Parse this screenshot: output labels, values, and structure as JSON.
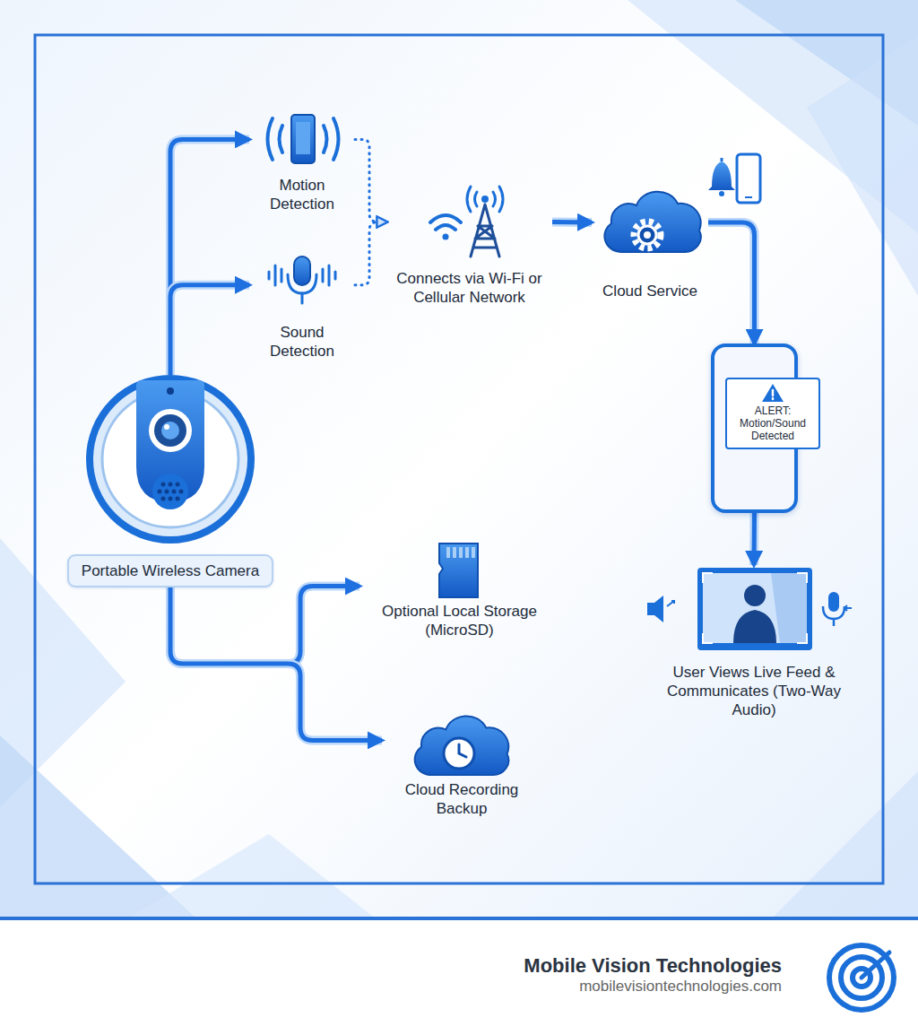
{
  "diagram": {
    "nodes": [
      {
        "text": [
          "Motion Detection"
        ]
      },
      {
        "text": [
          "Sound Detection"
        ]
      },
      {
        "text": [
          "Connects via Wi-Fi or Cellular Network"
        ]
      },
      {
        "text": [
          "Cloud Service"
        ]
      },
      {
        "text": [
          "ALERT: Motion/Sound Detected"
        ]
      },
      {
        "text": [
          "Portable Wireless Camera"
        ]
      },
      {
        "text": [
          "Optional Local Storage (MicroSD)"
        ]
      },
      {
        "text": [
          "User Views Live Feed & Communicates (Two-Way Audio)"
        ]
      },
      {
        "text": [
          "Cloud Recording Backup"
        ]
      }
    ],
    "edges": [
      {
        "from": 5,
        "to": 0,
        "arrow": "to"
      },
      {
        "from": 5,
        "to": 1,
        "arrow": "to"
      },
      {
        "from": 0,
        "to": 2,
        "arrow": "to"
      },
      {
        "from": 1,
        "to": 2,
        "arrow": "to"
      },
      {
        "from": 2,
        "to": 3,
        "arrow": "to"
      },
      {
        "from": 3,
        "to": 4,
        "arrow": "to"
      },
      {
        "from": 4,
        "to": 7,
        "arrow": "to"
      },
      {
        "from": 5,
        "to": 6,
        "arrow": "to"
      },
      {
        "from": 5,
        "to": 8,
        "arrow": "to"
      }
    ],
    "labels": [
      "Mobile Vision Technologies",
      "mobilevisiontechnologies.com"
    ]
  }
}
